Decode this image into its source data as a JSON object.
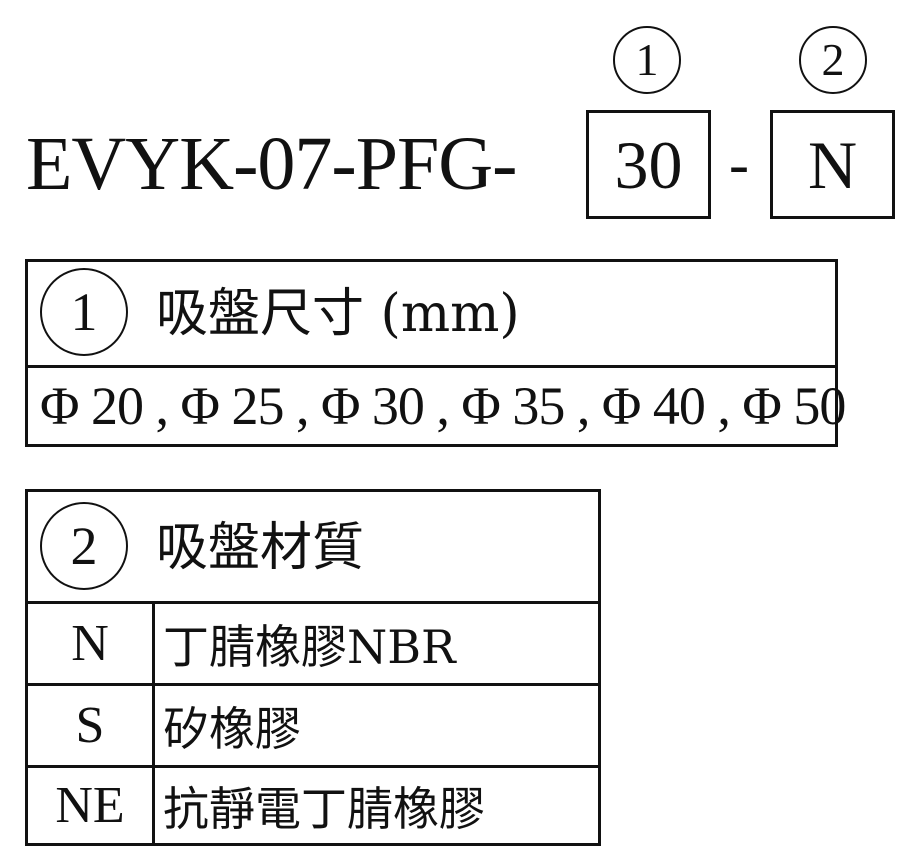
{
  "model": {
    "prefix": "EVYK-07-PFG-",
    "size_code": "30",
    "dash": "-",
    "material_code": "N",
    "marker_1": "1",
    "marker_2": "2"
  },
  "size_table": {
    "marker": "1",
    "heading": "吸盤尺寸 (mm)",
    "values": "Φ 20 , Φ 25 , Φ 30 , Φ 35 , Φ 40 , Φ 50"
  },
  "material_table": {
    "marker": "2",
    "heading": "吸盤材質",
    "rows": [
      {
        "code": "N",
        "name": "丁腈橡膠NBR"
      },
      {
        "code": "S",
        "name": "矽橡膠"
      },
      {
        "code": "NE",
        "name": "抗靜電丁腈橡膠"
      }
    ]
  }
}
